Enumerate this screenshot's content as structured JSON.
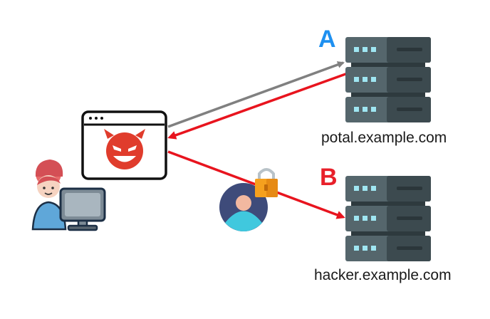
{
  "server_a": {
    "letter": "A",
    "hostname": "potal.example.com",
    "letter_color": "#1E90F0"
  },
  "server_b": {
    "letter": "B",
    "hostname": "hacker.example.com",
    "letter_color": "#E8202A"
  },
  "colors": {
    "request_arrow": "#808080",
    "attack_arrow": "#E8141E",
    "server_body": "#3C4A4F",
    "server_panel": "#55666C",
    "server_led": "#9FE6F2",
    "devil": "#E03C2C",
    "lock": "#F5A01E"
  },
  "icons": {
    "user": "user-at-computer-icon",
    "malicious_page": "malicious-browser-icon",
    "credentials": "locked-account-icon",
    "server": "server-rack-icon"
  }
}
